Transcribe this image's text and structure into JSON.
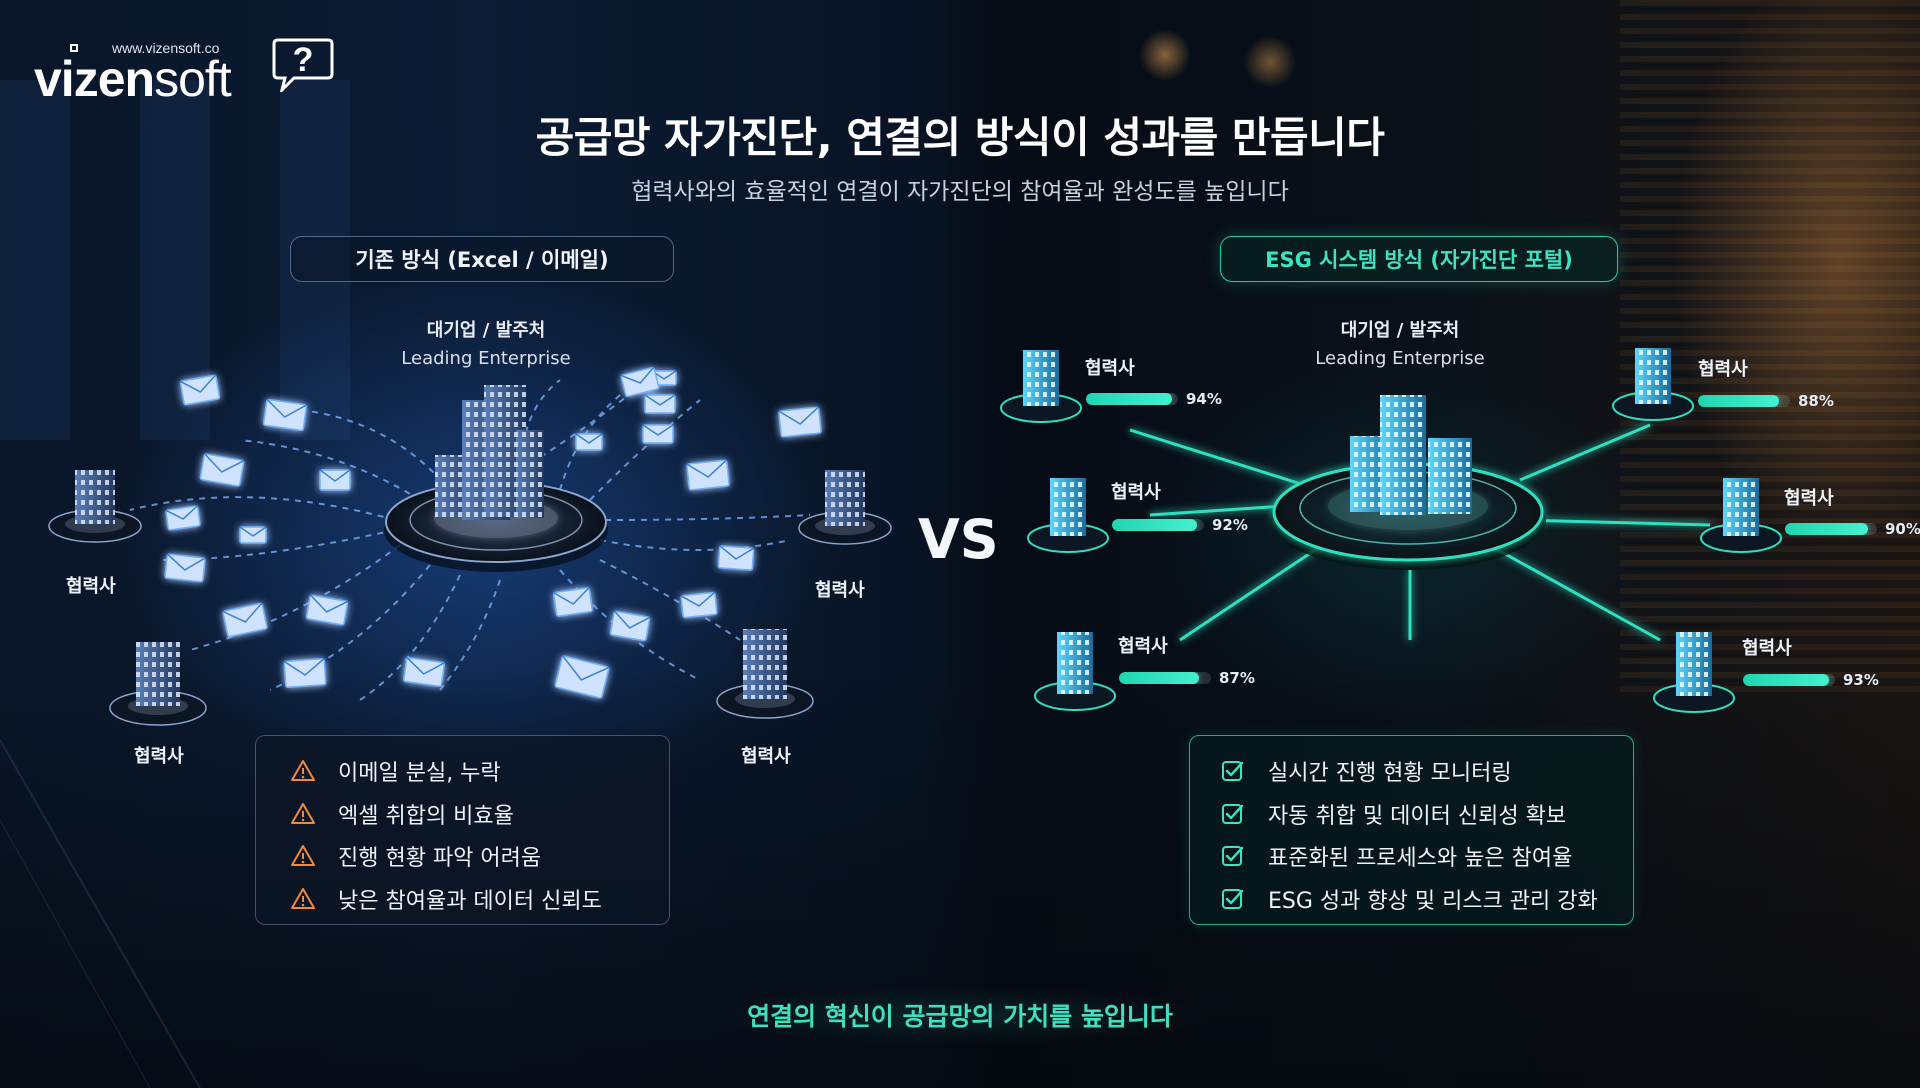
{
  "logo": {
    "url": "www.vizensoft.co",
    "brand_bold": "vizen",
    "brand_light": "soft",
    "bubble_glyph": "?"
  },
  "title": "공급망 자가진단, 연결의 방식이 성과를 만듭니다",
  "subtitle": "협력사와의 효율적인 연결이 자가진단의 참여율과 완성도를 높입니다",
  "vs": "VS",
  "left": {
    "header": "기존 방식 (Excel / 이메일)",
    "hub": {
      "label_ko": "대기업 / 발주처",
      "label_en": "Leading Enterprise"
    },
    "partners": [
      "협력사",
      "협력사",
      "협력사",
      "협력사"
    ],
    "issues": [
      {
        "icon": "warning-icon",
        "text": "이메일 분실, 누락"
      },
      {
        "icon": "warning-icon",
        "text": "엑셀 취합의 비효율"
      },
      {
        "icon": "warning-icon",
        "text": "진행 현황 파악 어려움"
      },
      {
        "icon": "warning-icon",
        "text": "낮은 참여율과 데이터 신뢰도"
      }
    ]
  },
  "right": {
    "header": "ESG 시스템 방식 (자가진단 포털)",
    "hub": {
      "label_ko": "대기업 / 발주처",
      "label_en": "Leading Enterprise"
    },
    "partners": [
      {
        "label": "협력사",
        "value": 94,
        "pct": "94%"
      },
      {
        "label": "협력사",
        "value": 92,
        "pct": "92%"
      },
      {
        "label": "협력사",
        "value": 87,
        "pct": "87%"
      },
      {
        "label": "협력사",
        "value": 88,
        "pct": "88%"
      },
      {
        "label": "협력사",
        "value": 90,
        "pct": "90%"
      },
      {
        "label": "협력사",
        "value": 93,
        "pct": "93%"
      }
    ],
    "benefits": [
      {
        "icon": "check-icon",
        "text": "실시간 진행 현황 모니터링"
      },
      {
        "icon": "check-icon",
        "text": "자동 취합 및 데이터 신뢰성 확보"
      },
      {
        "icon": "check-icon",
        "text": "표준화된 프로세스와 높은 참여율"
      },
      {
        "icon": "check-icon",
        "text": "ESG 성과 향상 및 리스크 관리 강화"
      }
    ]
  },
  "footer": "연결의 혁신이 공급망의 가치를 높입니다",
  "colors": {
    "accent": "#3ee3c1",
    "warning": "#f08a3c",
    "left_glow": "#4a9cff"
  }
}
